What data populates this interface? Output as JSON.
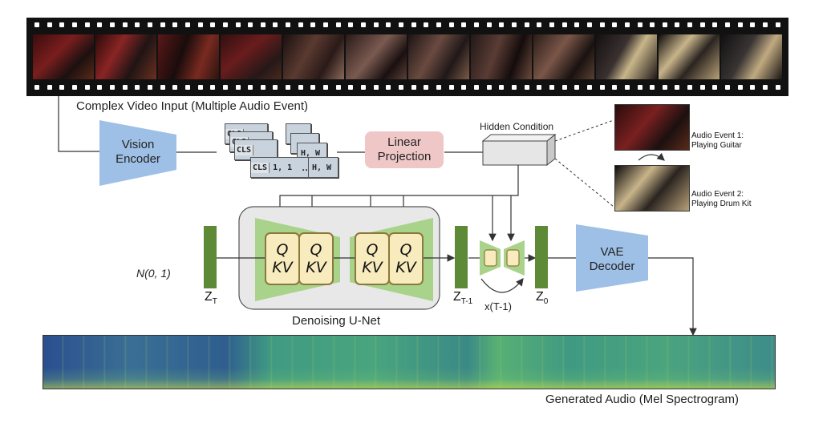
{
  "video_input": {
    "label": "Complex Video Input (Multiple Audio Event)"
  },
  "vision_encoder": {
    "label_line1": "Vision",
    "label_line2": "Encoder"
  },
  "tokens": {
    "front_cls": "CLS",
    "front_a": "1, 1",
    "ellipsis": "…",
    "front_b": "H, W",
    "back_cls": "CLS",
    "back_b": "H, W"
  },
  "linear_projection": {
    "label_line1": "Linear",
    "label_line2": "Projection"
  },
  "hidden_condition": {
    "label": "Hidden Condition"
  },
  "audio_events": [
    {
      "line1": "Audio Event 1:",
      "line2": "Playing Guitar"
    },
    {
      "line1": "Audio Event 2:",
      "line2": "Playing Drum Kit"
    }
  ],
  "unet": {
    "label": "Denoising U-Net",
    "blocks": [
      {
        "q": "Q",
        "kv": "KV"
      },
      {
        "q": "Q",
        "kv": "KV"
      },
      {
        "q": "Q",
        "kv": "KV"
      },
      {
        "q": "Q",
        "kv": "KV"
      }
    ]
  },
  "noise": {
    "label": "N(0, 1)"
  },
  "latents": {
    "zt": {
      "main": "Z",
      "sub": "T"
    },
    "zt1": {
      "main": "Z",
      "sub": "T-1"
    },
    "z0": {
      "main": "Z",
      "sub": "0"
    }
  },
  "loop": {
    "label": "x(T-1)"
  },
  "vae_decoder": {
    "label_line1": "VAE",
    "label_line2": "Decoder"
  },
  "output": {
    "label": "Generated Audio (Mel Spectrogram)"
  },
  "colors": {
    "encoder": "#9fc0e6",
    "projection": "#efc7c7",
    "unet_bg": "#e8e8e8",
    "trapezoid": "#a9d28b",
    "latent": "#5c8a37",
    "block_fill": "#f8ecbe"
  }
}
